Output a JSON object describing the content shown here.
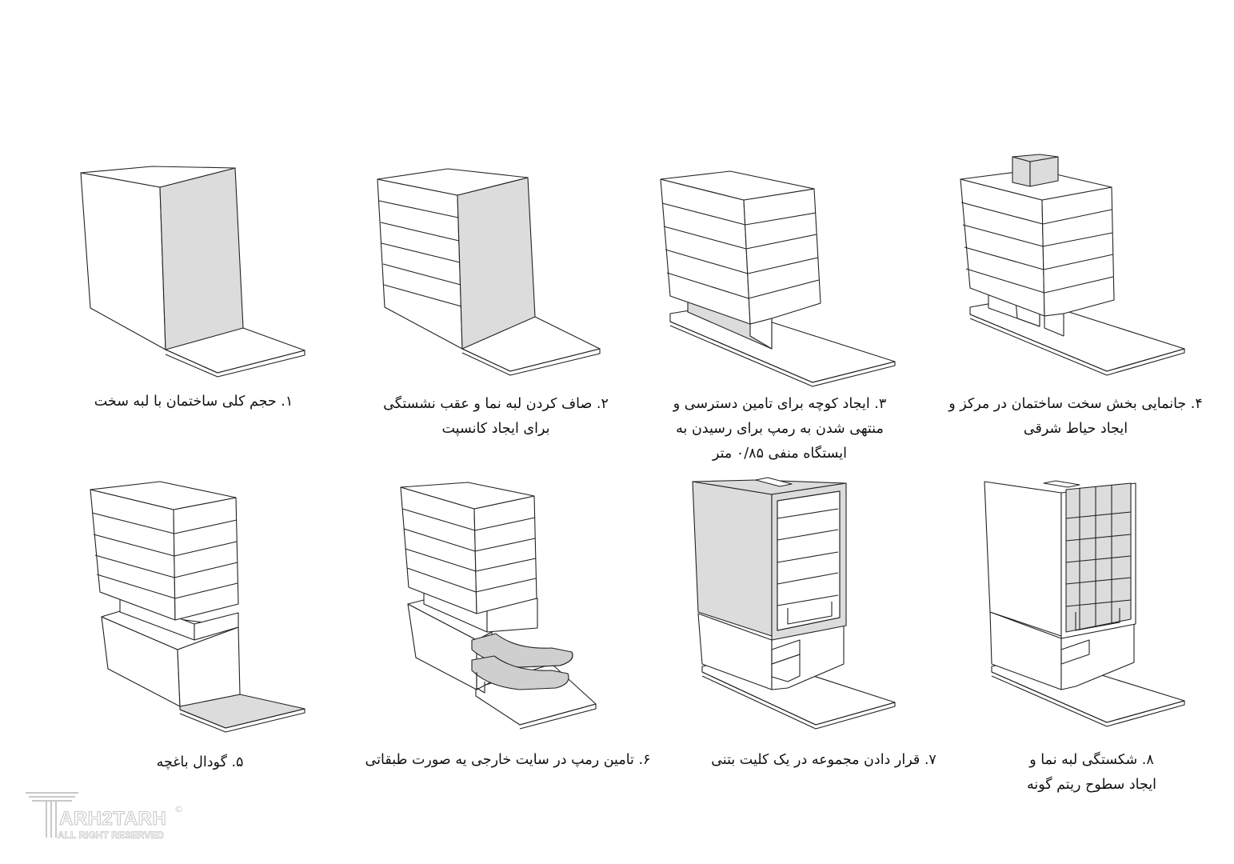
{
  "steps": [
    {
      "id": "step-1",
      "lines": [
        "۱. حجم کلی ساختمان با لبه سخت"
      ]
    },
    {
      "id": "step-2",
      "lines": [
        "۲. صاف کردن لبه نما و عقب نشستگی",
        "برای ایجاد کانسپت"
      ]
    },
    {
      "id": "step-3",
      "lines": [
        "۳. ایجاد کوچه برای تامین دسترسی و",
        "منتهی شدن به رمپ برای رسیدن به",
        "ایستگاه منفی ۰/۸۵ متر"
      ]
    },
    {
      "id": "step-4",
      "lines": [
        "۴. جانمایی بخش سخت ساختمان در مرکز و",
        "ایجاد حیاط شرقی"
      ]
    },
    {
      "id": "step-5",
      "lines": [
        "۵. گودال باغچه"
      ]
    },
    {
      "id": "step-6",
      "lines": [
        "۶. تامین رمپ در سایت خارجی یه صورت طبقاتی"
      ]
    },
    {
      "id": "step-7",
      "lines": [
        "۷. قرار دادن مجموعه در یک کلیت بتنی"
      ]
    },
    {
      "id": "step-8",
      "lines": [
        "۸. شکستگی لبه نما و",
        "ایجاد سطوح ریتم گونه"
      ]
    }
  ],
  "watermark": {
    "brand": "ARH2TARH",
    "sub": "ALL RIGHT RESERVED",
    "mark": "©"
  },
  "colors": {
    "stroke": "#222222",
    "fill": "#ffffff",
    "shade": "#dcdcdc",
    "watermark": "#c8c8c8"
  }
}
